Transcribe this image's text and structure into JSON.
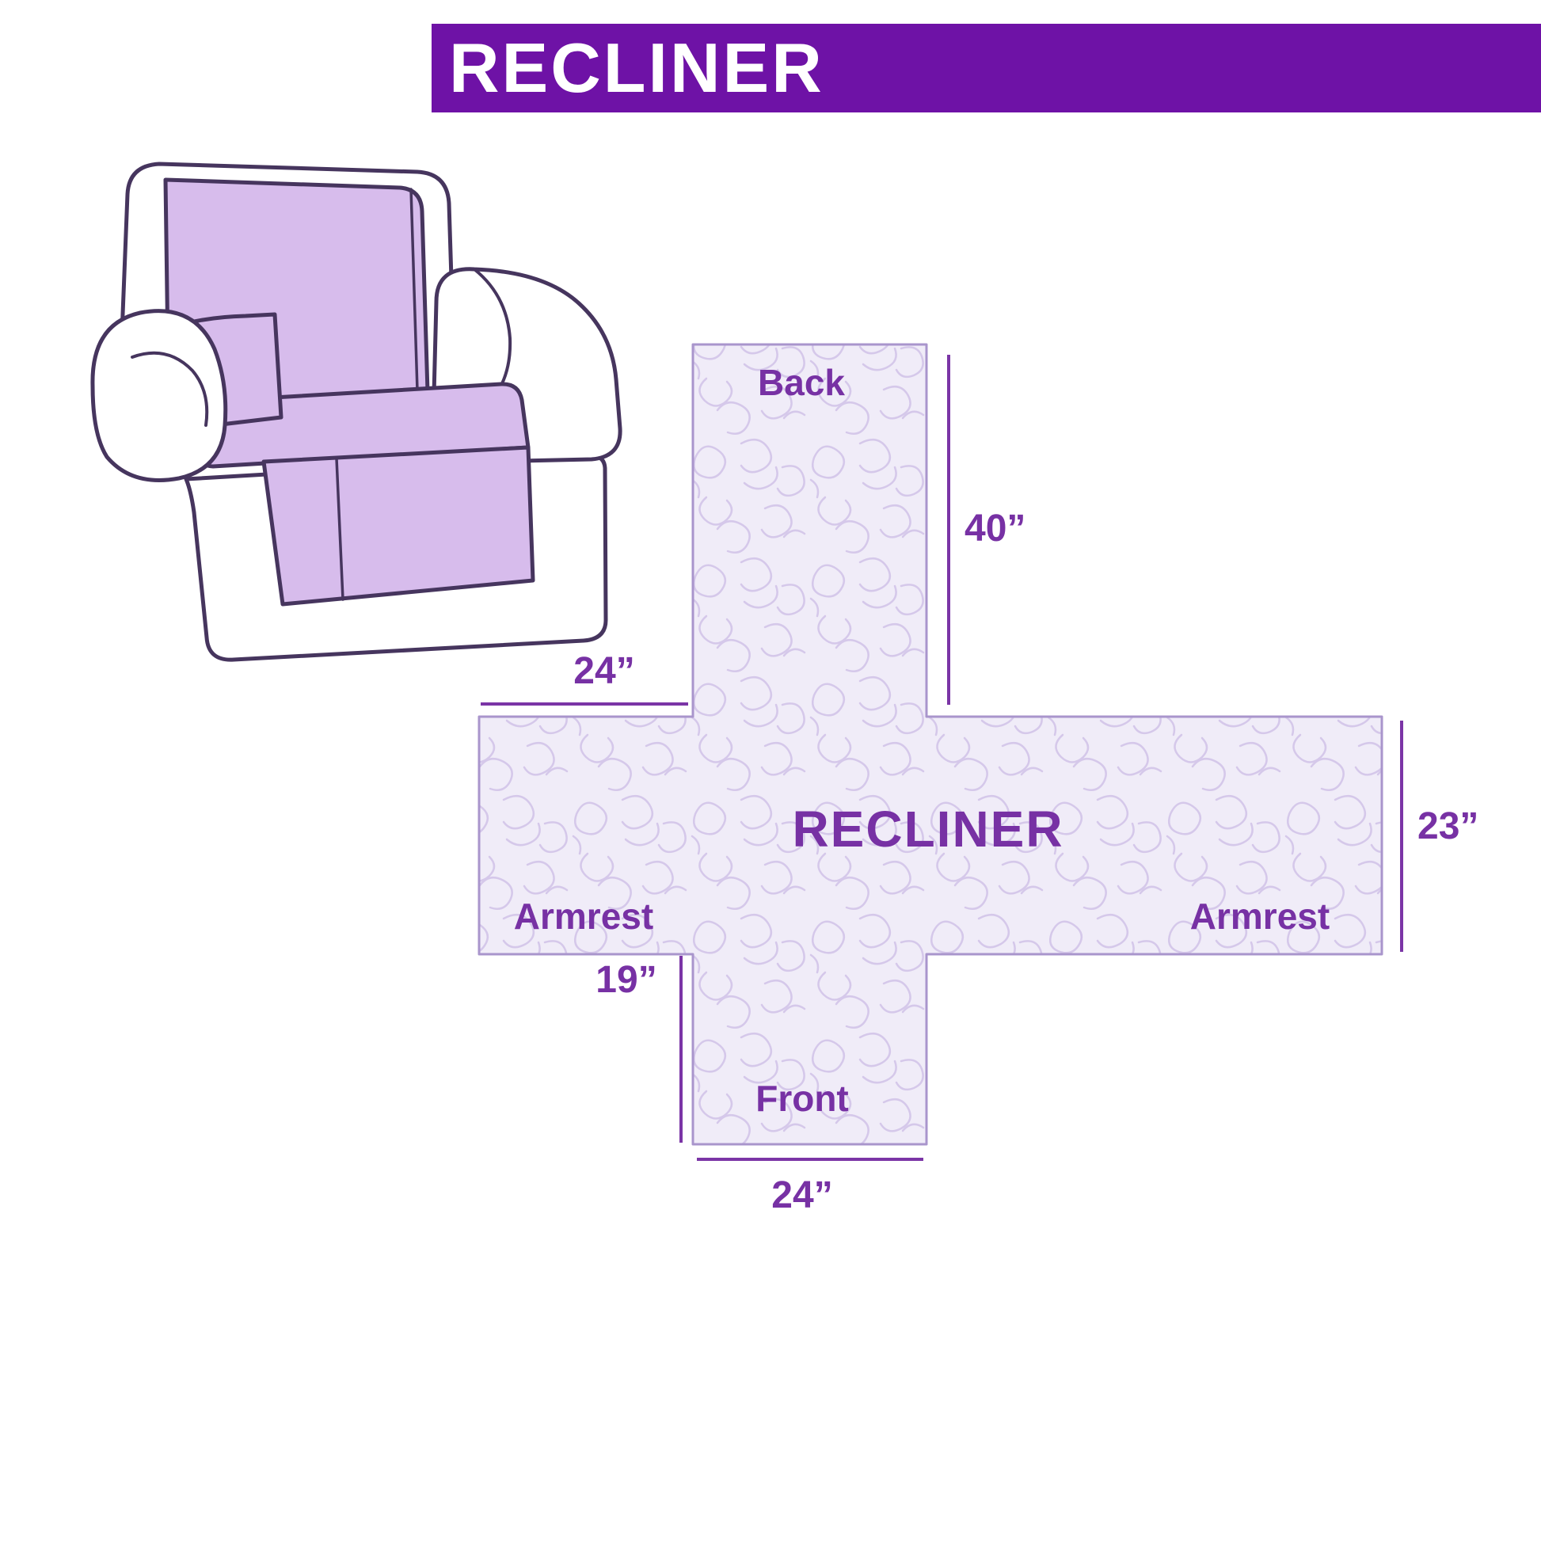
{
  "header": {
    "title": "RECLINER",
    "background_color": "#6E12A6",
    "text_color": "#FFFFFF"
  },
  "illustration": {
    "description": "armchair with purple protective cover",
    "cover_color": "#D7BCEC",
    "outline_color": "#46355E"
  },
  "diagram": {
    "center_label": "RECLINER",
    "labels": {
      "back": "Back",
      "front": "Front",
      "armrest_left": "Armrest",
      "armrest_right": "Armrest"
    },
    "dimensions": {
      "back_height": "40”",
      "armrest_top_width": "24”",
      "side_depth": "23”",
      "front_flap_height": "19”",
      "front_width": "24”"
    },
    "fill_color": "#F0ECF8",
    "pattern_color": "#D5C8EA",
    "border_color": "#A995CC",
    "text_color": "#7731A4"
  }
}
